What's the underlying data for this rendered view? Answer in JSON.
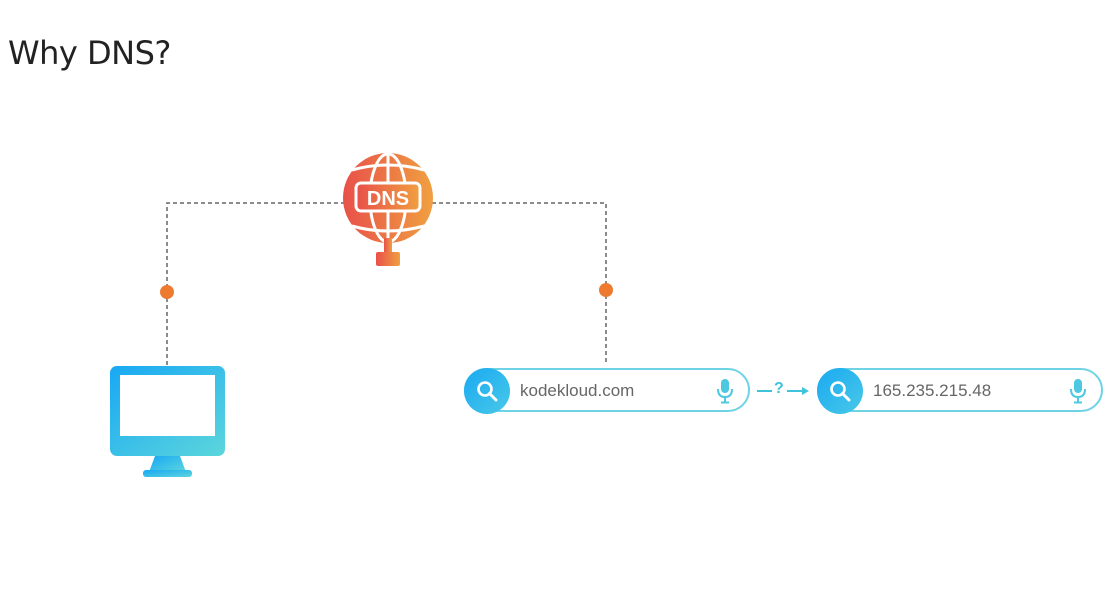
{
  "slide": {
    "title": "Why DNS?"
  },
  "dns_server": {
    "label": "DNS",
    "icon": "dns-globe-icon"
  },
  "client": {
    "icon": "monitor-icon"
  },
  "query_bar": {
    "text": "kodekloud.com"
  },
  "result_bar": {
    "text": "165.235.215.48"
  },
  "resolve_arrow": {
    "label": "?"
  },
  "colors": {
    "dns_gradient_start": "#e8504a",
    "dns_gradient_end": "#f0a040",
    "monitor_gradient_start": "#18a8f4",
    "monitor_gradient_end": "#5cd6dc",
    "connector_dot": "#ee7a30",
    "connector_line": "#666666",
    "search_border": "#6fd3e6"
  }
}
